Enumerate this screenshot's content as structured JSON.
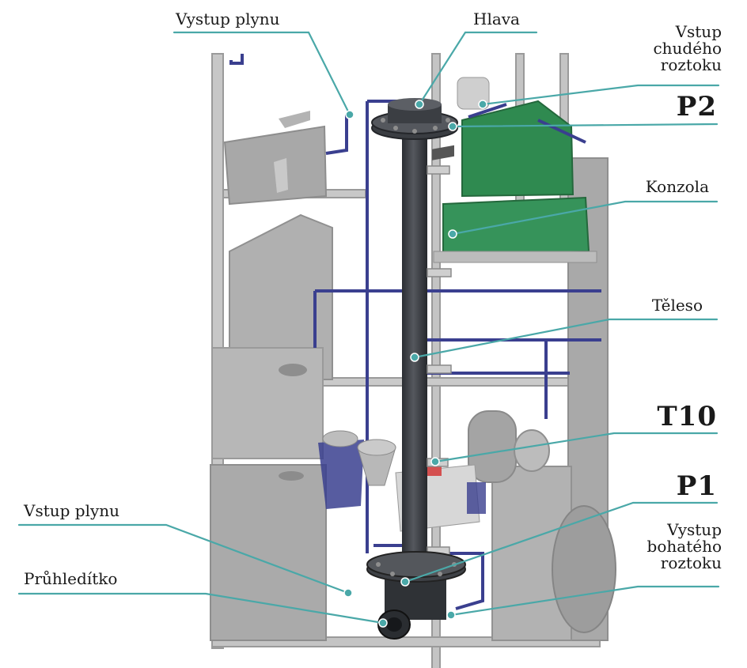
{
  "colors": {
    "leader_line": "#4aa8a8",
    "frame_gray": "#9a9a9a",
    "column_dark": "#3a3d42",
    "pipe_blue": "#3a3f8f",
    "console_green": "#2f8a50"
  },
  "labels": {
    "vystup_plynu_top": "Vystup plynu",
    "hlava": "Hlava",
    "vstup_chudeho_roztoku": "Vstup\nchudého\nroztoku",
    "p2": "P2",
    "konzola": "Konzola",
    "teleso": "Těleso",
    "t10": "T10",
    "p1": "P1",
    "vstup_plynu_bottom": "Vstup plynu",
    "vystup_bohateho_roztoku": "Vystup\nbohatého\nroztoku",
    "pruhleditko": "Průhledítko"
  }
}
